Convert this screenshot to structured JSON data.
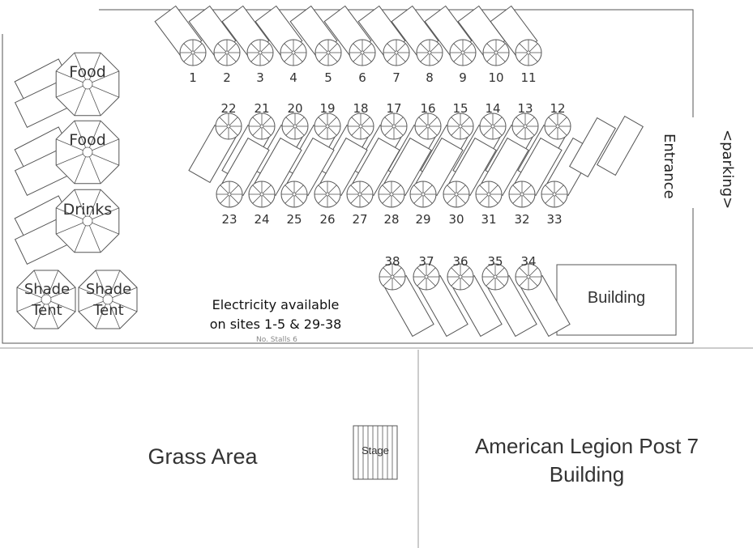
{
  "stalls": [
    {
      "num": "1",
      "row": "top"
    },
    {
      "num": "2",
      "row": "top"
    },
    {
      "num": "3",
      "row": "top"
    },
    {
      "num": "4",
      "row": "top"
    },
    {
      "num": "5",
      "row": "top"
    },
    {
      "num": "6",
      "row": "top"
    },
    {
      "num": "7",
      "row": "top"
    },
    {
      "num": "8",
      "row": "top"
    },
    {
      "num": "9",
      "row": "top"
    },
    {
      "num": "10",
      "row": "top"
    },
    {
      "num": "11",
      "row": "top"
    },
    {
      "num": "12",
      "row": "mid-upper"
    },
    {
      "num": "13",
      "row": "mid-upper"
    },
    {
      "num": "14",
      "row": "mid-upper"
    },
    {
      "num": "15",
      "row": "mid-upper"
    },
    {
      "num": "16",
      "row": "mid-upper"
    },
    {
      "num": "17",
      "row": "mid-upper"
    },
    {
      "num": "18",
      "row": "mid-upper"
    },
    {
      "num": "19",
      "row": "mid-upper"
    },
    {
      "num": "20",
      "row": "mid-upper"
    },
    {
      "num": "21",
      "row": "mid-upper"
    },
    {
      "num": "22",
      "row": "mid-upper"
    },
    {
      "num": "23",
      "row": "mid-lower"
    },
    {
      "num": "24",
      "row": "mid-lower"
    },
    {
      "num": "25",
      "row": "mid-lower"
    },
    {
      "num": "26",
      "row": "mid-lower"
    },
    {
      "num": "27",
      "row": "mid-lower"
    },
    {
      "num": "28",
      "row": "mid-lower"
    },
    {
      "num": "29",
      "row": "mid-lower"
    },
    {
      "num": "30",
      "row": "mid-lower"
    },
    {
      "num": "31",
      "row": "mid-lower"
    },
    {
      "num": "32",
      "row": "mid-lower"
    },
    {
      "num": "33",
      "row": "mid-lower"
    },
    {
      "num": "34",
      "row": "bottom"
    },
    {
      "num": "35",
      "row": "bottom"
    },
    {
      "num": "36",
      "row": "bottom"
    },
    {
      "num": "37",
      "row": "bottom"
    },
    {
      "num": "38",
      "row": "bottom"
    }
  ],
  "booths": [
    {
      "label": "Food",
      "kind": "large"
    },
    {
      "label": "Food",
      "kind": "large"
    },
    {
      "label": "Drinks",
      "kind": "large"
    },
    {
      "label": "Shade\nTent",
      "kind": "small"
    },
    {
      "label": "Shade\nTent",
      "kind": "small"
    }
  ],
  "labels": {
    "entrance": "Entrance",
    "parking": "<parking>",
    "building": "Building",
    "electricity_line1": "Electricity available",
    "electricity_line2": "on sites 1-5 & 29-38",
    "grass_area": "Grass Area",
    "stage": "Stage",
    "legion_line1": "American Legion Post 7",
    "legion_line2": "Building",
    "faint_caption": "No. Stalls 6"
  },
  "colors": {
    "line": "#555555",
    "text": "#333333",
    "background": "#ffffff"
  }
}
